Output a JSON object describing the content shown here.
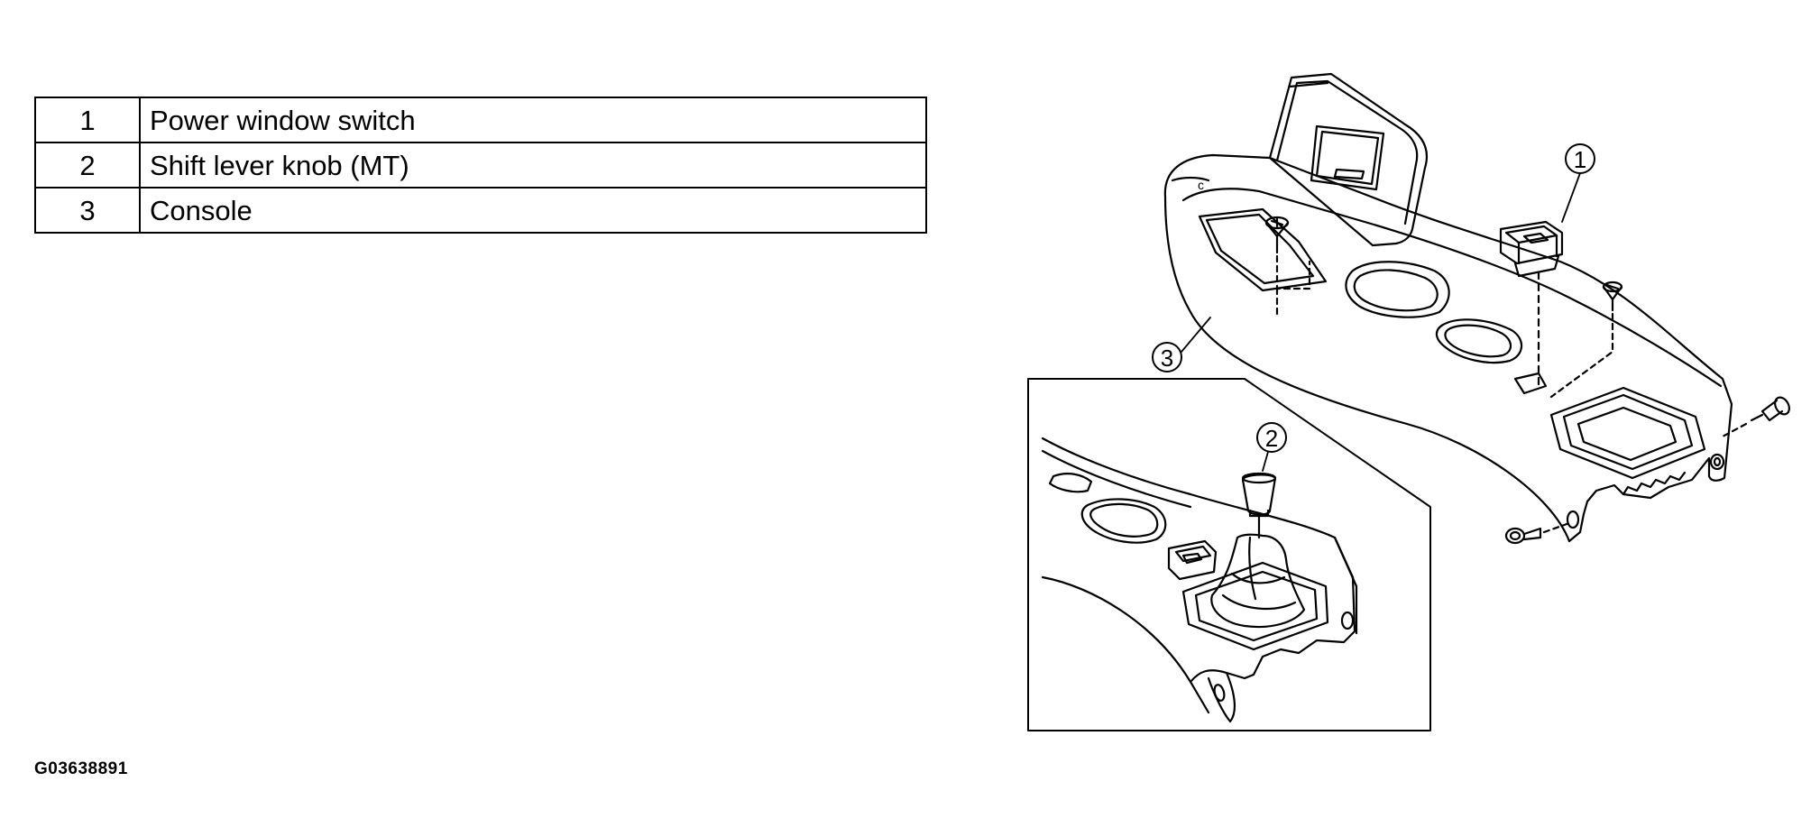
{
  "legend": {
    "rows": [
      {
        "number": "1",
        "description": "Power window switch"
      },
      {
        "number": "2",
        "description": "Shift lever knob (MT)"
      },
      {
        "number": "3",
        "description": "Console"
      }
    ]
  },
  "figure_id": "G03638891",
  "diagram": {
    "callouts": [
      "1",
      "2",
      "3"
    ]
  }
}
